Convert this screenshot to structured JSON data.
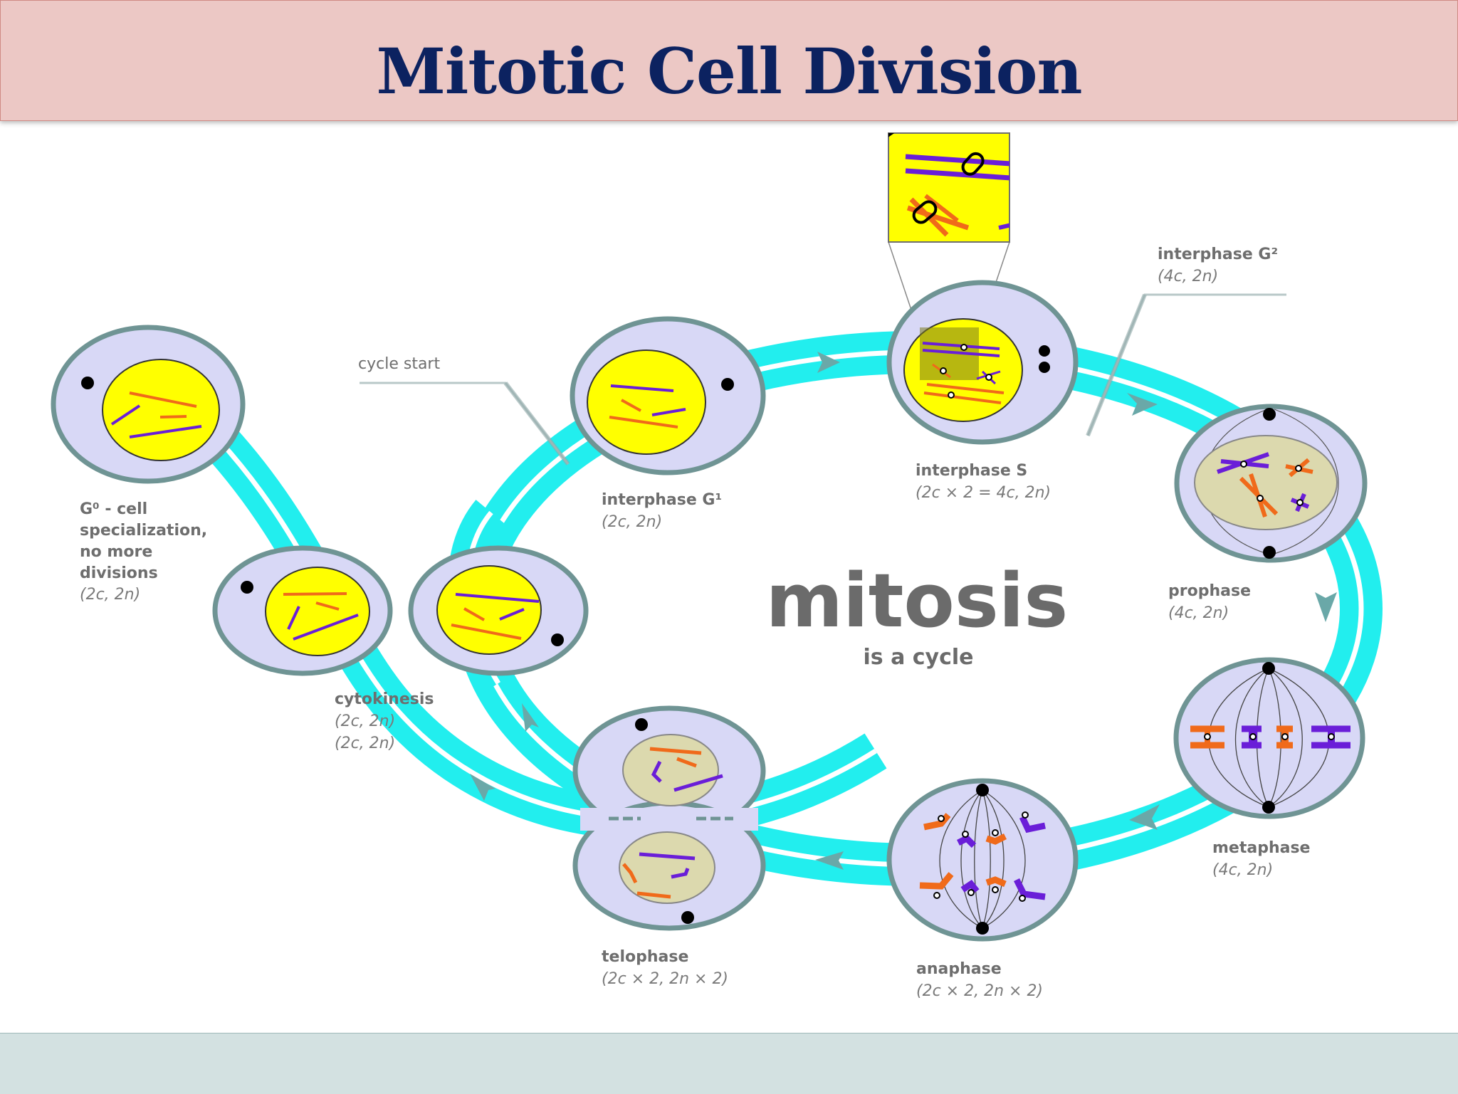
{
  "title": "Mitotic Cell Division",
  "center": {
    "main": "mitosis",
    "sub": "is a cycle"
  },
  "labels": {
    "cycle_start": "cycle start",
    "g0": {
      "lines": [
        "G⁰ - cell",
        "specialization,",
        "no more",
        "divisions"
      ],
      "formula": "(2c, 2n)"
    },
    "g1": {
      "name": "interphase G¹",
      "formula": "(2c, 2n)"
    },
    "s": {
      "name": "interphase S",
      "formula": "(2c × 2 = 4c, 2n)"
    },
    "g2": {
      "name": "interphase G²",
      "formula": "(4c, 2n)"
    },
    "prophase": {
      "name": "prophase",
      "formula": "(4c, 2n)"
    },
    "metaphase": {
      "name": "metaphase",
      "formula": "(4c, 2n)"
    },
    "anaphase": {
      "name": "anaphase",
      "formula": "(2c × 2, 2n × 2)"
    },
    "telophase": {
      "name": "telophase",
      "formula": "(2c × 2, 2n × 2)"
    },
    "cytokinesis": {
      "name": "cytokinesis",
      "formula1": "(2c, 2n)",
      "formula2": "(2c, 2n)"
    }
  },
  "colors": {
    "track": "#22eeee",
    "cell_fill": "#d8d8f6",
    "cell_border": "#6f9494",
    "nucleus_yellow": "#ffff00",
    "nucleus_khaki": "#dcd9ae",
    "chromosome_orange": "#f06a1a",
    "chromosome_purple": "#6a1ed8",
    "arrow": "#6aa8a8",
    "title_text": "#0c2260"
  }
}
